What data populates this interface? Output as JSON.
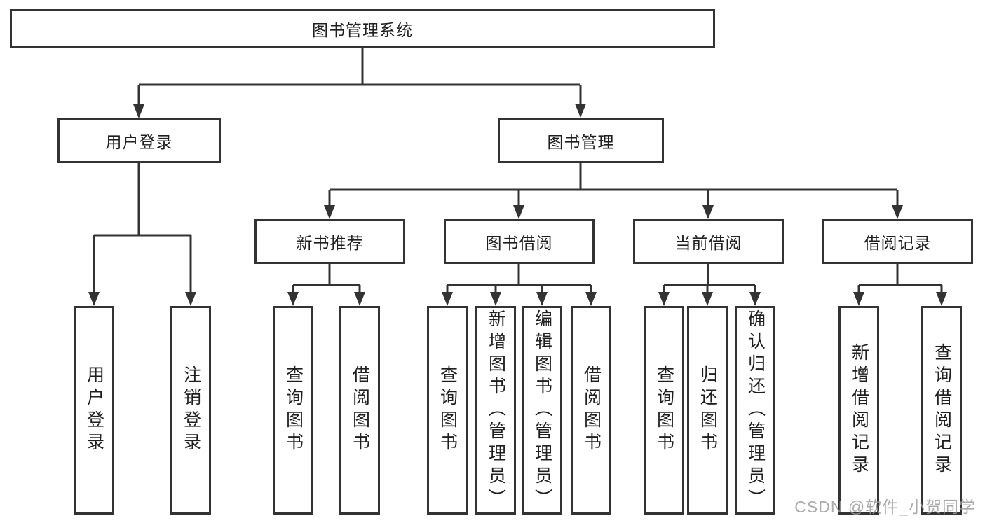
{
  "tree": {
    "label": "图书管理系统",
    "children": [
      {
        "label": "用户登录",
        "children": [
          {
            "label": "用户登录"
          },
          {
            "label": "注销登录"
          }
        ]
      },
      {
        "label": "图书管理",
        "children": [
          {
            "label": "新书推荐",
            "children": [
              {
                "label": "查询图书"
              },
              {
                "label": "借阅图书"
              }
            ]
          },
          {
            "label": "图书借阅",
            "children": [
              {
                "label": "查询图书"
              },
              {
                "label": "新增图书（管理员）"
              },
              {
                "label": "编辑图书（管理员）"
              },
              {
                "label": "借阅图书"
              }
            ]
          },
          {
            "label": "当前借阅",
            "children": [
              {
                "label": "查询图书"
              },
              {
                "label": "归还图书"
              },
              {
                "label": "确认归还（管理员）"
              }
            ]
          },
          {
            "label": "借阅记录",
            "children": [
              {
                "label": "新增借阅记录"
              },
              {
                "label": "查询借阅记录"
              }
            ]
          }
        ]
      }
    ]
  },
  "watermark": {
    "text": "CSDN @软件_小贺同学"
  },
  "colors": {
    "line": "#333333",
    "text": "#1f1f1f",
    "box_background": "#ffffff",
    "watermark": "#9c9c9c"
  }
}
